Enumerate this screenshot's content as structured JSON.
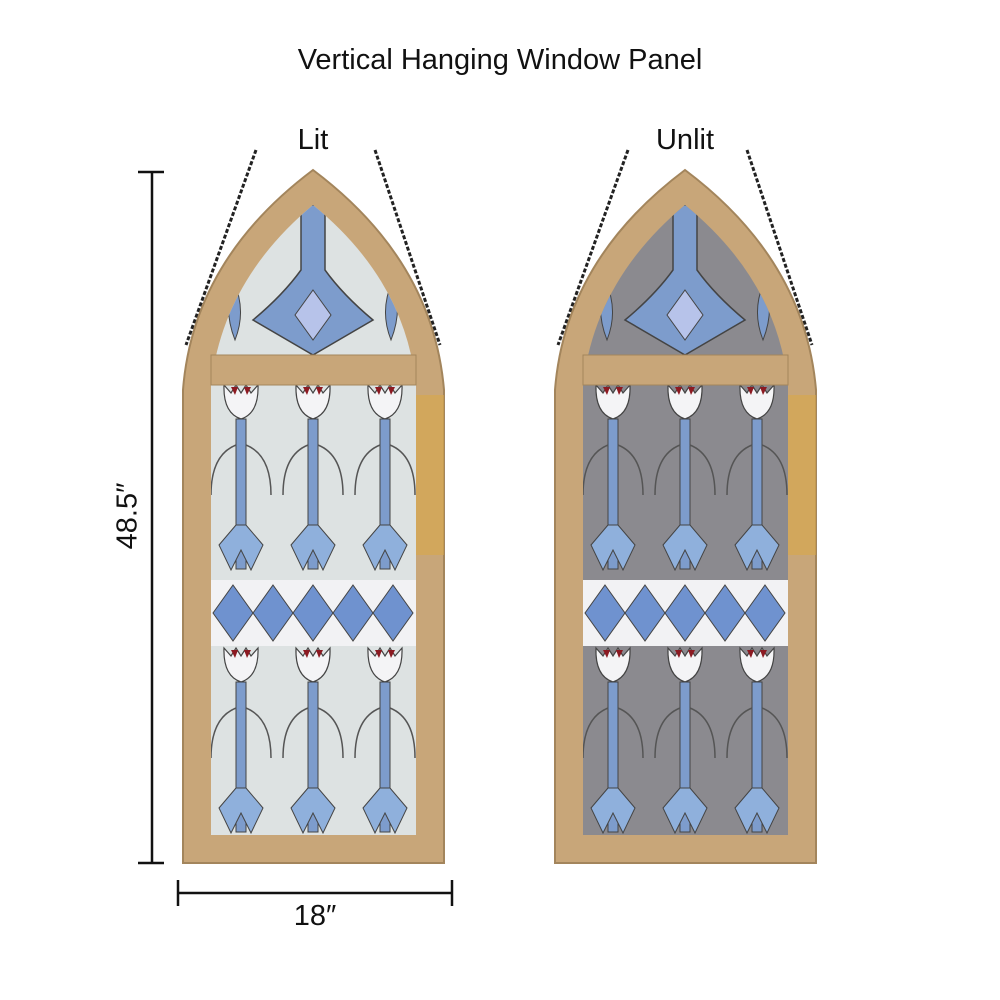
{
  "title": "Vertical Hanging Window Panel",
  "panels": [
    {
      "label": "Lit",
      "glass_color": "#dde2e2"
    },
    {
      "label": "Unlit",
      "glass_color": "#8b8a8f"
    }
  ],
  "dimensions": {
    "height": "48.5″",
    "width": "18″"
  },
  "colors": {
    "frame": "#c8a679",
    "stem_blue": "#7d9ccc",
    "tulip_red": "#8c1a22"
  }
}
